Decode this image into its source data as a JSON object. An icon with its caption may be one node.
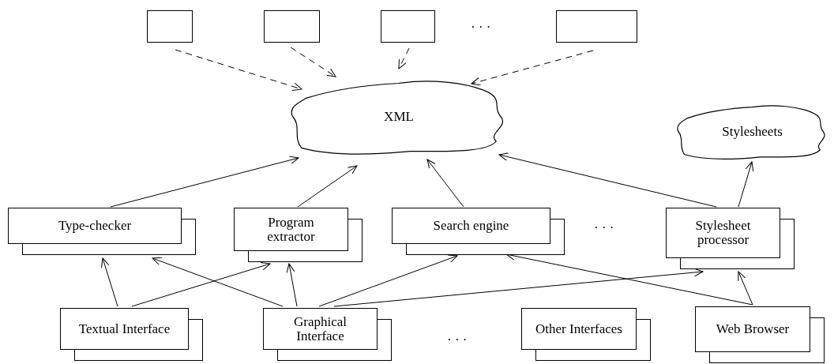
{
  "diagram": {
    "nodes": [
      {
        "text": [],
        "shape": "box"
      },
      {
        "text": [],
        "shape": "box"
      },
      {
        "text": [],
        "shape": "box"
      },
      {
        "text": [],
        "shape": "box"
      },
      {
        "text": [
          "XML"
        ]
      },
      {
        "text": [
          "Stylesheets"
        ]
      },
      {
        "text": [
          "Type-checker"
        ]
      },
      {
        "text": [
          "Program extractor"
        ]
      },
      {
        "text": [
          "Search engine"
        ]
      },
      {
        "text": [
          "Stylesheet processor"
        ]
      },
      {
        "text": [
          "Textual Interface"
        ]
      },
      {
        "text": [
          "Graphical Interface"
        ]
      },
      {
        "text": [
          "Other Interfaces"
        ]
      },
      {
        "text": [
          "Web Browser"
        ]
      }
    ],
    "edges": [
      {
        "from": 0,
        "to": 4,
        "arrow": "to",
        "style": "dashed"
      },
      {
        "from": 1,
        "to": 4,
        "arrow": "to",
        "style": "dashed"
      },
      {
        "from": 2,
        "to": 4,
        "arrow": "to",
        "style": "dashed"
      },
      {
        "from": 3,
        "to": 4,
        "arrow": "to",
        "style": "dashed"
      },
      {
        "from": 6,
        "to": 4,
        "arrow": "to"
      },
      {
        "from": 7,
        "to": 4,
        "arrow": "to"
      },
      {
        "from": 8,
        "to": 4,
        "arrow": "to"
      },
      {
        "from": 9,
        "to": 4,
        "arrow": "to"
      },
      {
        "from": 9,
        "to": 5,
        "arrow": "to"
      },
      {
        "from": 10,
        "to": 6,
        "arrow": "to"
      },
      {
        "from": 10,
        "to": 7,
        "arrow": "to"
      },
      {
        "from": 11,
        "to": 6,
        "arrow": "to"
      },
      {
        "from": 11,
        "to": 7,
        "arrow": "to"
      },
      {
        "from": 11,
        "to": 8,
        "arrow": "to"
      },
      {
        "from": 11,
        "to": 9,
        "arrow": "to"
      },
      {
        "from": 13,
        "to": 8,
        "arrow": "to"
      },
      {
        "from": 13,
        "to": 9,
        "arrow": "to"
      }
    ],
    "labels": [
      "· · ·",
      "· · ·",
      "· · ·"
    ]
  }
}
